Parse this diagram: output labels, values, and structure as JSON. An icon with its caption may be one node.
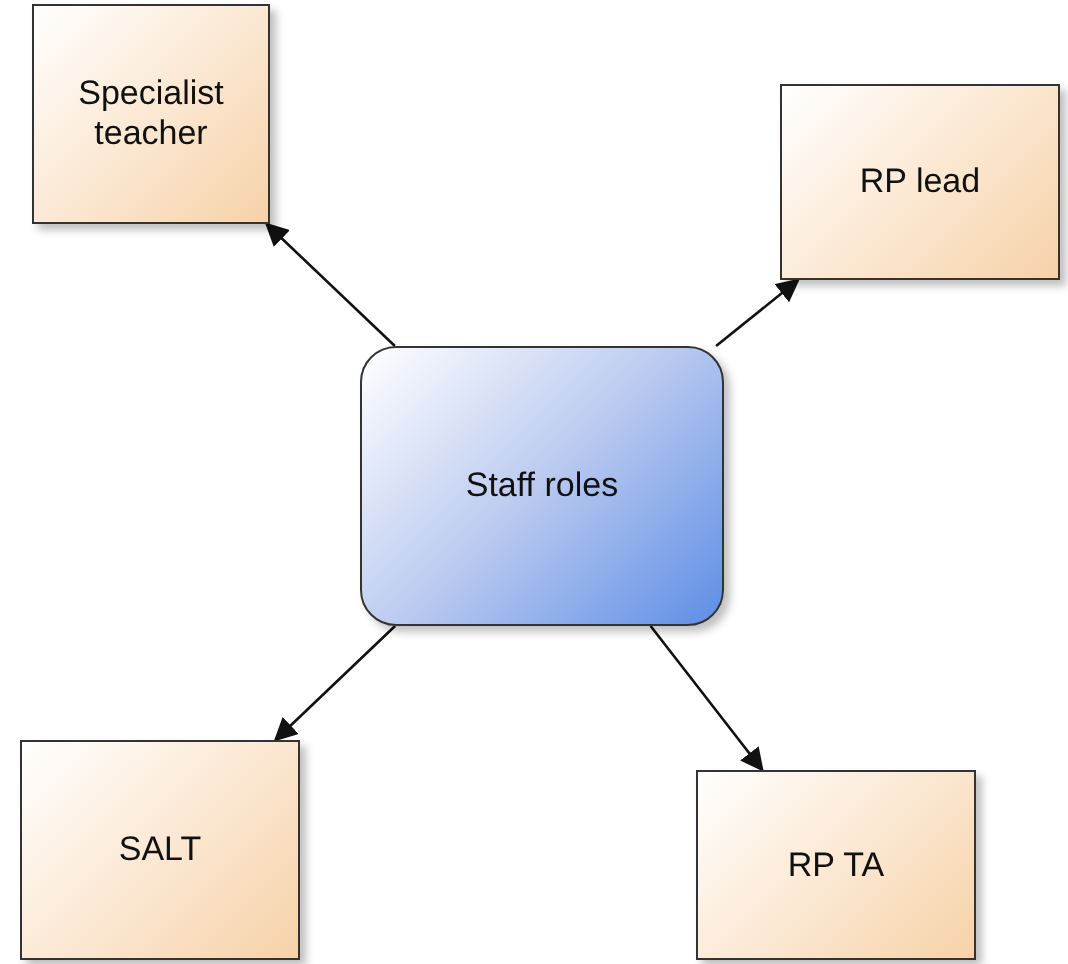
{
  "diagram": {
    "nodes": [
      {
        "text": [
          "Staff roles"
        ]
      },
      {
        "text": [
          "Specialist teacher"
        ]
      },
      {
        "text": [
          "RP lead"
        ]
      },
      {
        "text": [
          "SALT"
        ]
      },
      {
        "text": [
          "RP TA"
        ]
      }
    ],
    "edges": [
      {
        "from": 0,
        "to": 1,
        "arrow": "to"
      },
      {
        "from": 0,
        "to": 2,
        "arrow": "to"
      },
      {
        "from": 0,
        "to": 3,
        "arrow": "to"
      },
      {
        "from": 0,
        "to": 4,
        "arrow": "to"
      }
    ]
  }
}
